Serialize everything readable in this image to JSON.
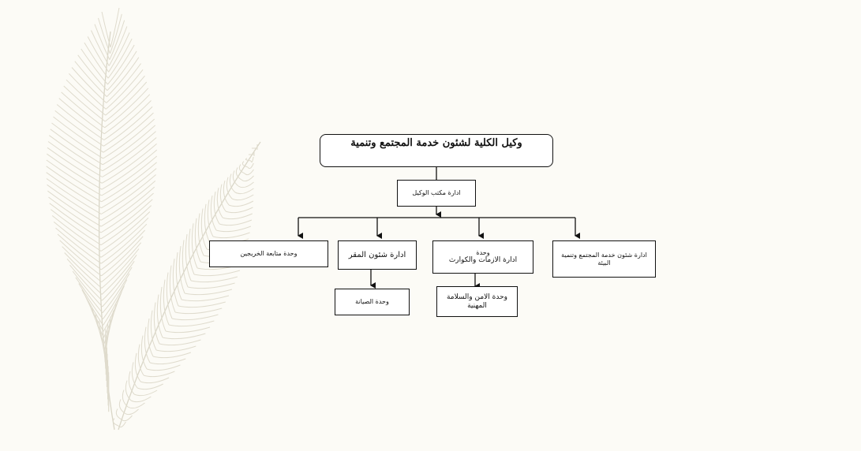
{
  "chart": {
    "root": "وكيل الكلية لشئون خدمة المجتمع وتنمية",
    "office": "ادارة مكتب الوكيل",
    "units": [
      {
        "label": "ادارة شئون خدمة المجتمع وتنمية البيئة"
      },
      {
        "label_top": "وحدة",
        "label": "ادارة الازمات والكوارث",
        "child": "وحدة الامن والسلامة المهنية"
      },
      {
        "label": "ادارة شئون المقر",
        "child": "وحدة الصيانة"
      },
      {
        "label": "وحدة متابعة الخريجين"
      }
    ]
  },
  "colors": {
    "background": "#fcfbf6",
    "feather": "#d9d5c6",
    "line": "#111111"
  }
}
